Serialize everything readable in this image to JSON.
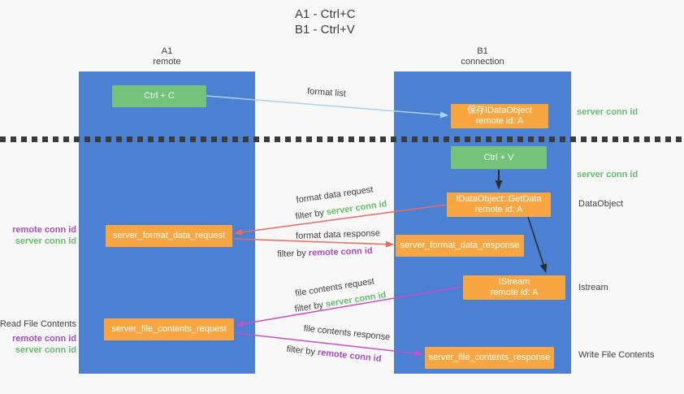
{
  "title": {
    "line1": "A1 - Ctrl+C",
    "line2": "B1 - Ctrl+V"
  },
  "lanes": {
    "a1": {
      "name": "A1",
      "role": "remote"
    },
    "b1": {
      "name": "B1",
      "role": "connection"
    }
  },
  "nodes": {
    "ctrl_c": {
      "label": "Ctrl + C"
    },
    "ctrl_v": {
      "label": "Ctrl + V"
    },
    "save_idataobject": {
      "line1": "保存IDataObject",
      "line2": "remote id: A"
    },
    "idataobject_getdata": {
      "line1": "IDataObject::GetData",
      "line2": "remote id: A"
    },
    "istream": {
      "line1": "IStream",
      "line2": "remote id: A"
    },
    "server_format_data_request": {
      "label": "server_format_data_request"
    },
    "server_format_data_response": {
      "label": "server_format_data_response"
    },
    "server_file_contents_request": {
      "label": "server_file_contents_request"
    },
    "server_file_contents_response": {
      "label": "server_file_contents_response"
    }
  },
  "edge_labels": {
    "format_list": "format list",
    "format_data_request": "format data request",
    "format_data_response": "format data response",
    "file_contents_request": "file contents request",
    "file_contents_response": "file contents response",
    "filter_by": "filter by",
    "server_conn_id": "server conn id",
    "remote_conn_id": "remote conn id"
  },
  "side_labels": {
    "server_conn_id": "server conn id",
    "remote_conn_id": "remote conn id",
    "dataobject": "DataObject",
    "istream": "Istream",
    "read_file_contents": "Read File Contents",
    "write_file_contents": "Write File Contents"
  },
  "colors": {
    "lane_blue": "#4b80d3",
    "green_box": "#74c37a",
    "orange_box": "#f7a641",
    "green_text": "#67bd6d",
    "purple_text": "#a84cc0",
    "red_arrow": "#e96a5f",
    "magenta_arrow": "#c94fc4",
    "blue_arrow": "#a9d3ee",
    "black_arrow": "#2b2b2b",
    "background": "#f8f8f8"
  }
}
